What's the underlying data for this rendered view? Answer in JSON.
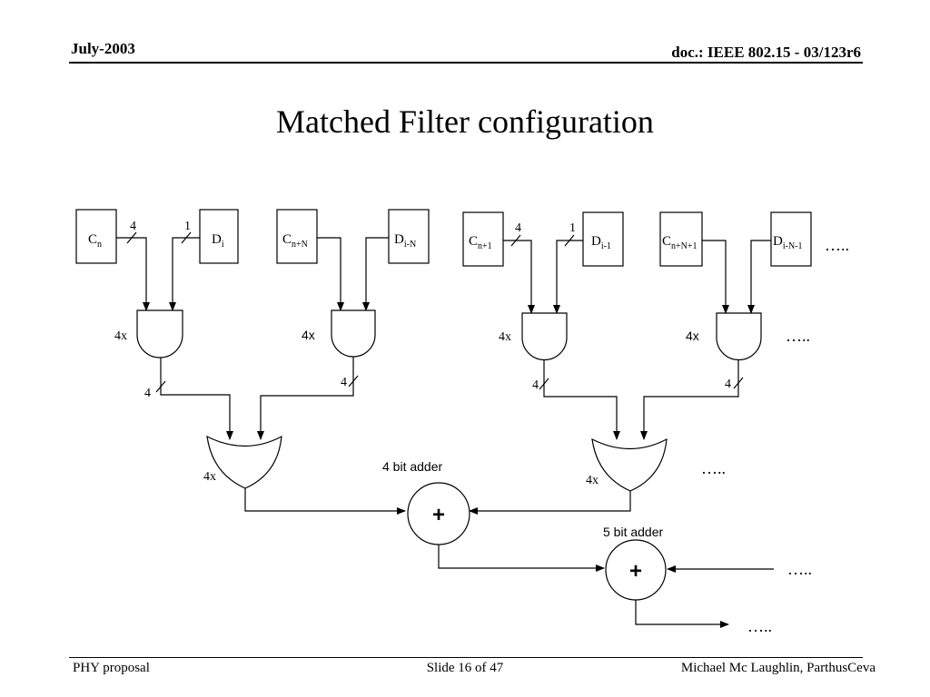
{
  "header": {
    "left": "July-2003",
    "right": "doc.: IEEE 802.15 - 03/123r6"
  },
  "title": "Matched Filter configuration",
  "footer": {
    "left": "PHY proposal",
    "center": "Slide 16 of 47",
    "right": "Michael Mc Laughlin, ParthusCeva"
  },
  "diagram": {
    "registers": {
      "c1": {
        "base": "C",
        "sub": "n"
      },
      "d1": {
        "base": "D",
        "sub": "i"
      },
      "c2": {
        "base": "C",
        "sub": "n+N"
      },
      "d2": {
        "base": "D",
        "sub": "i-N"
      },
      "c3": {
        "base": "C",
        "sub": "n+1"
      },
      "d3": {
        "base": "D",
        "sub": "i-1"
      },
      "c4": {
        "base": "C",
        "sub": "n+N+1"
      },
      "d4": {
        "base": "D",
        "sub": "i-N-1"
      }
    },
    "bus_widths": {
      "four": "4",
      "one": "1"
    },
    "multiplier_label": "4x",
    "adder1_label": "4 bit adder",
    "adder2_label": "5 bit adder",
    "plus": "+",
    "ellipsis": "….."
  }
}
